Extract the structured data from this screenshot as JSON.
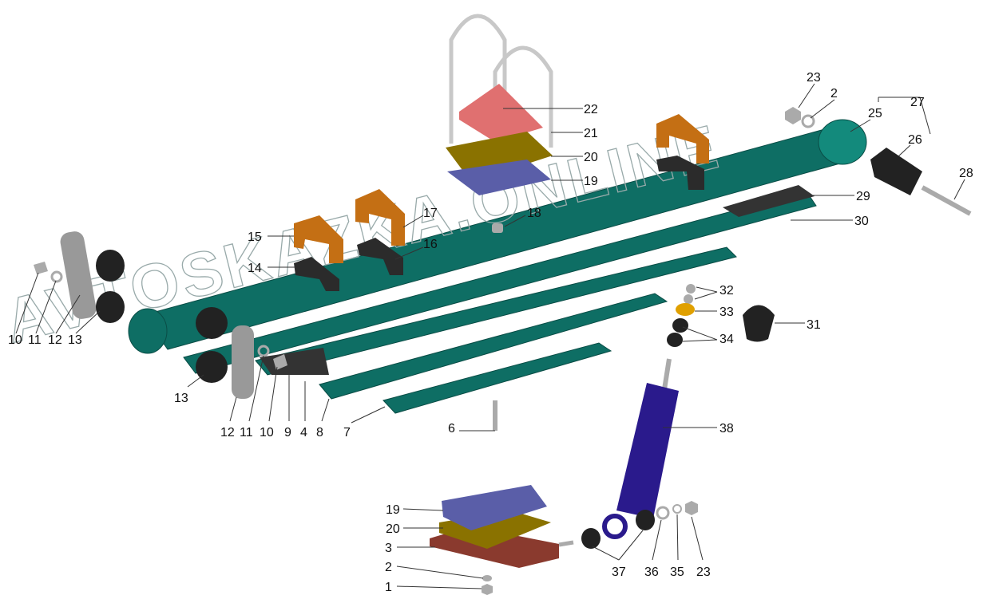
{
  "diagram": {
    "watermark": "AVTOSKAZKA.ONLINE",
    "colors": {
      "leaf": "#0e6e64",
      "clamp": "#c46f14",
      "pad": "#2b2b2b",
      "ubolt": "#c8c8c8",
      "saddle": "#e07070",
      "plate_olive": "#8a7200",
      "plate_blue": "#5a5ea8",
      "bracket": "#8a3a2e",
      "shock": "#2a1a8c",
      "washer": "#e0a000"
    },
    "callouts": {
      "c23a": "23",
      "c2a": "2",
      "c25": "25",
      "c27": "27",
      "c26": "26",
      "c28": "28",
      "c29": "29",
      "c30": "30",
      "c22": "22",
      "c21": "21",
      "c20a": "20",
      "c19a": "19",
      "c18": "18",
      "c17": "17",
      "c15": "15",
      "c16": "16",
      "c14": "14",
      "c32": "32",
      "c33": "33",
      "c31": "31",
      "c34": "34",
      "c10a": "10",
      "c11a": "11",
      "c12a": "12",
      "c13a": "13",
      "c13b": "13",
      "c12b": "12",
      "c11b": "11",
      "c10b": "10",
      "c9": "9",
      "c4": "4",
      "c8": "8",
      "c7": "7",
      "c6": "6",
      "c38": "38",
      "c19b": "19",
      "c20b": "20",
      "c3": "3",
      "c2b": "2",
      "c1": "1",
      "c37": "37",
      "c36": "36",
      "c35": "35",
      "c23b": "23"
    }
  }
}
